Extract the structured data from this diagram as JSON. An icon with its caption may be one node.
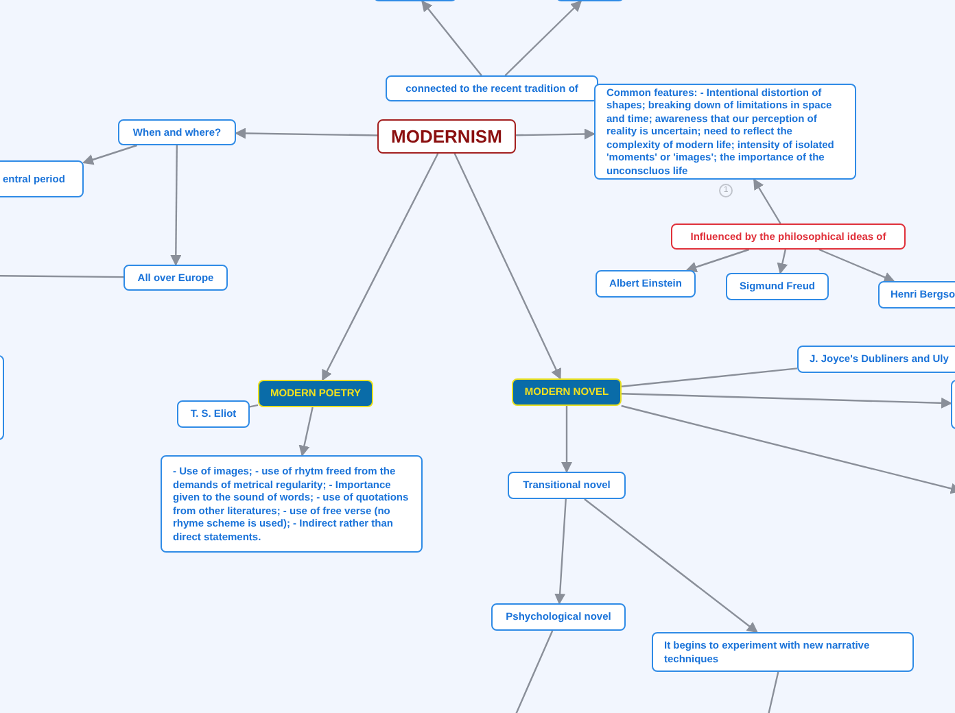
{
  "diagram": {
    "nodes": [
      {
        "text": [
          "MODERNISM"
        ]
      },
      {
        "text": [
          "connected to the recent tradition of"
        ]
      },
      {
        "text": [],
        "shape": "box"
      },
      {
        "text": [],
        "shape": "box"
      },
      {
        "text": [
          "When and where?"
        ]
      },
      {
        "text": [
          "entral period"
        ]
      },
      {
        "text": [
          "All over Europe"
        ]
      },
      {
        "text": [],
        "shape": "box"
      },
      {
        "text": [
          "Common features: - Intentional distortion of shapes; breaking down of limitations in space and time; awareness that our perception of reality is uncertain; need to reflect the complexity of modern life; intensity of isolated 'moments' or 'images'; the importance of the unconscluos life"
        ],
        "beside": [
          "1"
        ]
      },
      {
        "text": [
          "Influenced by the philosophical ideas of"
        ]
      },
      {
        "text": [
          "Albert Einstein"
        ]
      },
      {
        "text": [
          "Sigmund Freud"
        ]
      },
      {
        "text": [
          "Henri Bergso"
        ]
      },
      {
        "text": [
          "MODERN POETRY"
        ]
      },
      {
        "text": [
          "T. S. Eliot"
        ]
      },
      {
        "text": [
          "- Use of images; - use of rhytm freed from the demands of metrical regularity; - Importance given to the sound of words; - use of quotations from other literatures; - use of free verse (no rhyme scheme is used); - Indirect rather than direct statements."
        ]
      },
      {
        "text": [
          "MODERN NOVEL"
        ]
      },
      {
        "text": [
          "J. Joyce's Dubliners and Uly"
        ]
      },
      {
        "text": [],
        "shape": "box"
      },
      {
        "text": [
          "Transitional novel"
        ]
      },
      {
        "text": [
          "Pshychological novel"
        ]
      },
      {
        "text": [
          "It begins to experiment with new narrative techniques"
        ]
      }
    ],
    "edges": [
      {
        "from": 1,
        "to": 2,
        "arrow": "to"
      },
      {
        "from": 1,
        "to": 3,
        "arrow": "to"
      },
      {
        "from": 0,
        "to": 4,
        "arrow": "to"
      },
      {
        "from": 4,
        "to": 5,
        "arrow": "to"
      },
      {
        "from": 4,
        "to": 6,
        "arrow": "to"
      },
      {
        "from": 6,
        "to": null,
        "arrow": "none"
      },
      {
        "from": 0,
        "to": 8,
        "arrow": "to"
      },
      {
        "from": 9,
        "to": 8,
        "arrow": "to"
      },
      {
        "from": 9,
        "to": 10,
        "arrow": "to"
      },
      {
        "from": 9,
        "to": 11,
        "arrow": "to"
      },
      {
        "from": 9,
        "to": 12,
        "arrow": "to"
      },
      {
        "from": 0,
        "to": 13,
        "arrow": "to"
      },
      {
        "from": 0,
        "to": 16,
        "arrow": "to"
      },
      {
        "from": 13,
        "to": 14,
        "arrow": "none"
      },
      {
        "from": 13,
        "to": 15,
        "arrow": "to"
      },
      {
        "from": 16,
        "to": 17,
        "arrow": "none"
      },
      {
        "from": 16,
        "to": 18,
        "arrow": "to"
      },
      {
        "from": 16,
        "to": null,
        "arrow": "to"
      },
      {
        "from": 16,
        "to": 19,
        "arrow": "to"
      },
      {
        "from": 19,
        "to": 20,
        "arrow": "to"
      },
      {
        "from": 19,
        "to": 21,
        "arrow": "to"
      },
      {
        "from": 20,
        "to": null,
        "arrow": "none"
      },
      {
        "from": 21,
        "to": null,
        "arrow": "none"
      }
    ]
  }
}
